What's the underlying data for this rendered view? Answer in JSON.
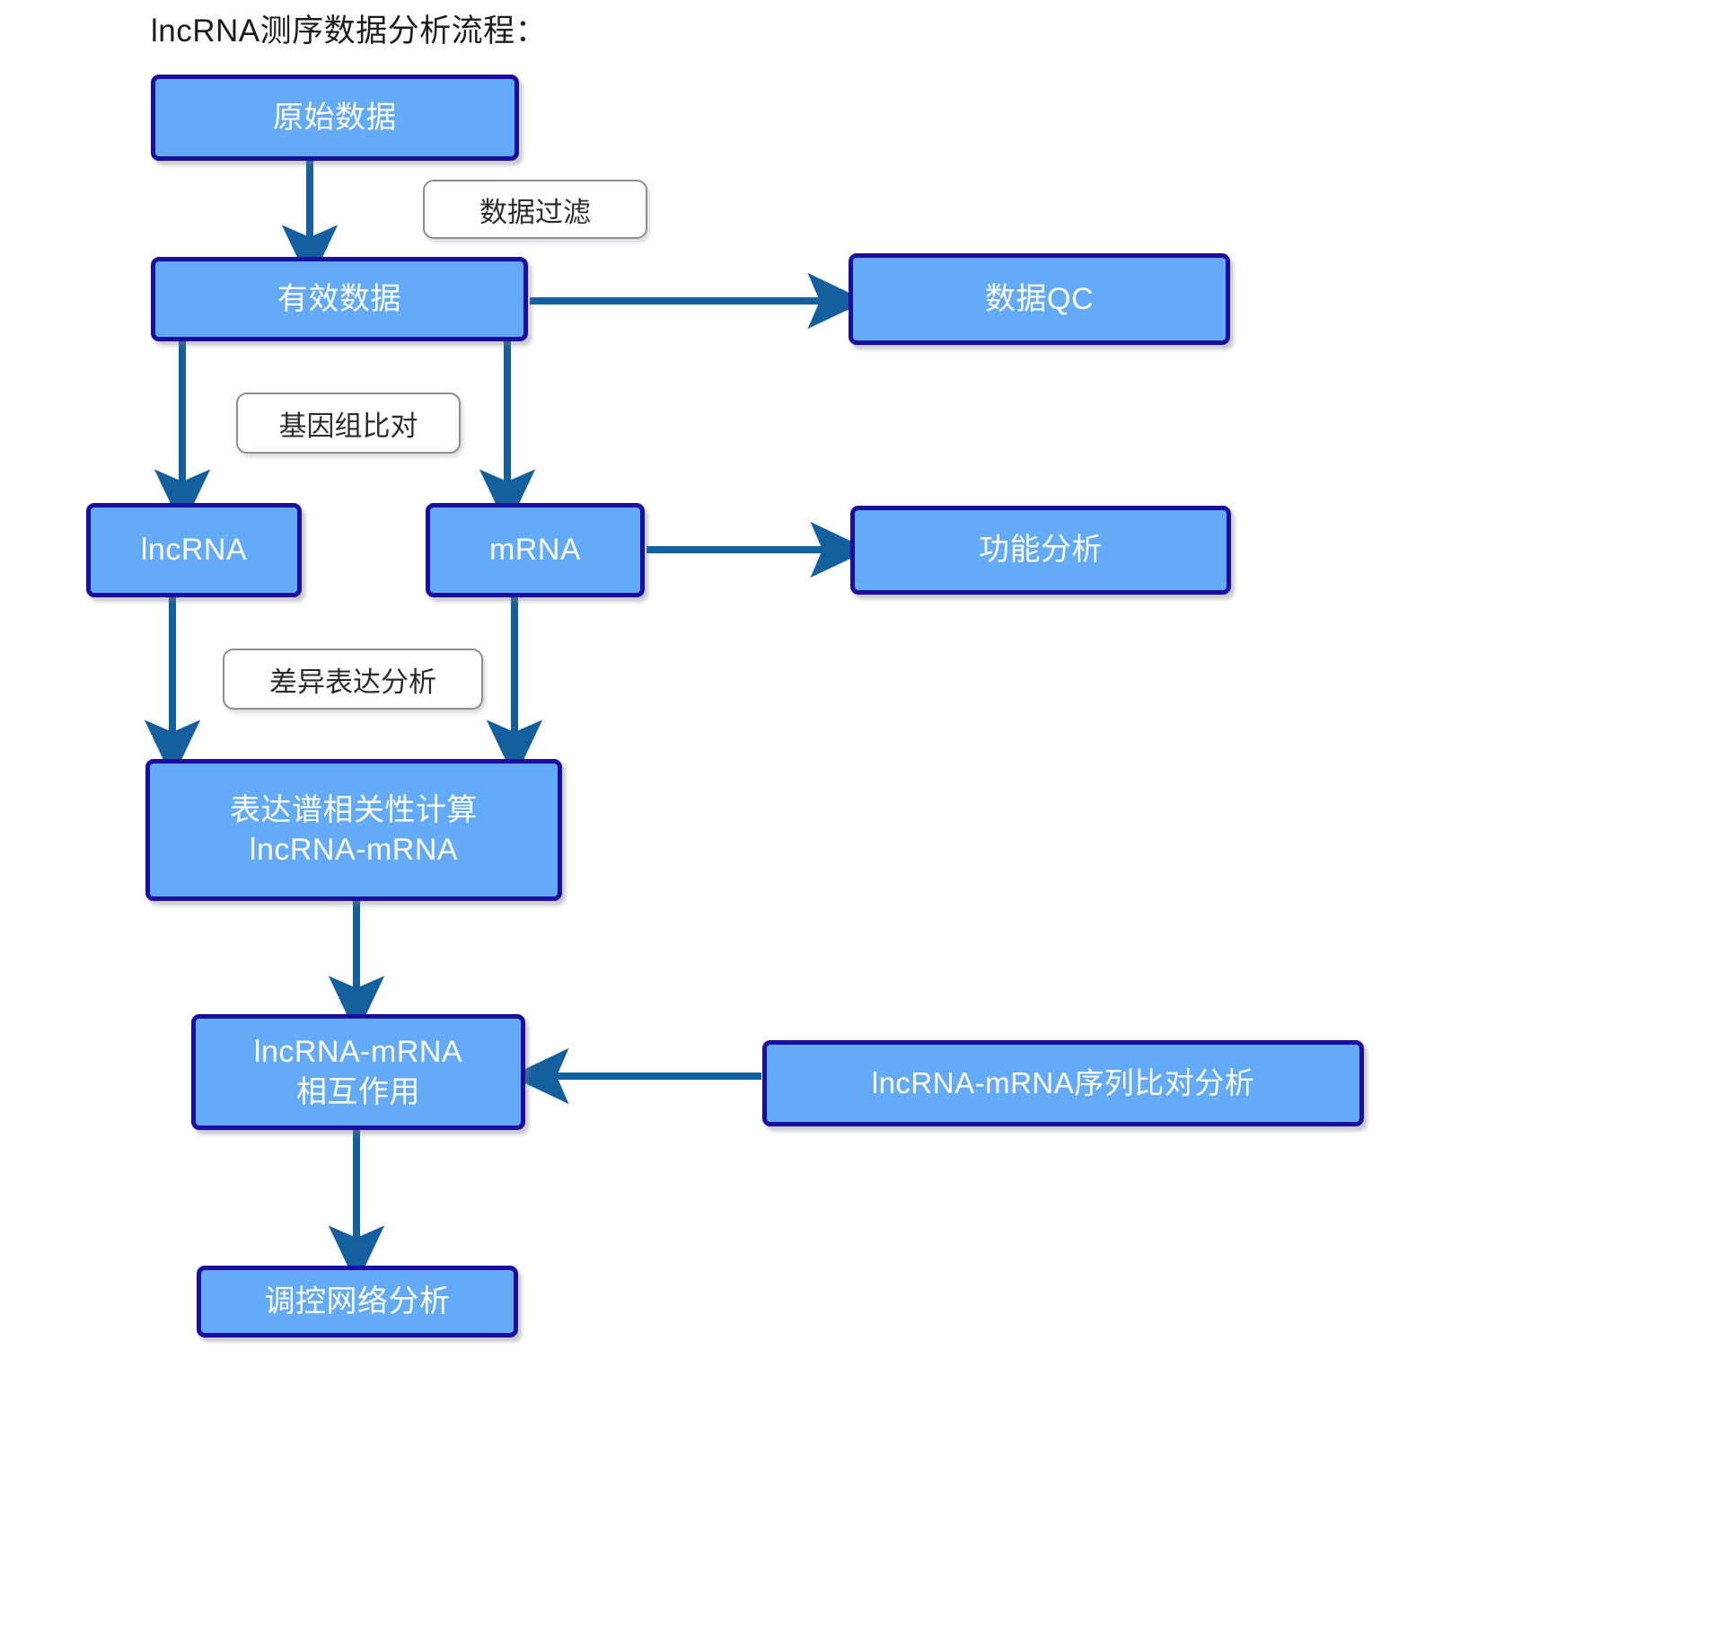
{
  "diagram": {
    "type": "flowchart",
    "title": "lncRNA测序数据分析流程：",
    "colors": {
      "node_fill": "#64ABF7",
      "node_border": "#1A0DA0",
      "node_text": "#FFFFFF",
      "arrow": "#14609E",
      "label_border": "#8D8D8D",
      "label_fill": "#FFFFFF",
      "background": "#FFFFFF"
    },
    "nodes": [
      {
        "id": "raw",
        "label": "原始数据"
      },
      {
        "id": "clean",
        "label": "有效数据"
      },
      {
        "id": "qc",
        "label": "数据QC"
      },
      {
        "id": "lncrna",
        "label": "lncRNA"
      },
      {
        "id": "mrna",
        "label": "mRNA"
      },
      {
        "id": "function",
        "label": "功能分析"
      },
      {
        "id": "correlation",
        "label": "表达谱相关性计算\nlncRNA-mRNA"
      },
      {
        "id": "interaction",
        "label": "lncRNA-mRNA\n相互作用"
      },
      {
        "id": "seqalign",
        "label": "lncRNA-mRNA序列比对分析"
      },
      {
        "id": "network",
        "label": "调控网络分析"
      }
    ],
    "edge_labels": [
      {
        "id": "filter",
        "label": "数据过滤"
      },
      {
        "id": "align",
        "label": "基因组比对"
      },
      {
        "id": "deg",
        "label": "差异表达分析"
      }
    ],
    "edges": [
      {
        "from": "raw",
        "to": "clean",
        "label": "数据过滤",
        "direction": "down"
      },
      {
        "from": "clean",
        "to": "qc",
        "label": "",
        "direction": "right"
      },
      {
        "from": "clean",
        "to": "lncrna",
        "label": "基因组比对",
        "direction": "down"
      },
      {
        "from": "clean",
        "to": "mrna",
        "label": "基因组比对",
        "direction": "down"
      },
      {
        "from": "mrna",
        "to": "function",
        "label": "",
        "direction": "right"
      },
      {
        "from": "lncrna",
        "to": "correlation",
        "label": "差异表达分析",
        "direction": "down"
      },
      {
        "from": "mrna",
        "to": "correlation",
        "label": "差异表达分析",
        "direction": "down"
      },
      {
        "from": "correlation",
        "to": "interaction",
        "label": "",
        "direction": "down"
      },
      {
        "from": "seqalign",
        "to": "interaction",
        "label": "",
        "direction": "left"
      },
      {
        "from": "interaction",
        "to": "network",
        "label": "",
        "direction": "down"
      }
    ]
  }
}
